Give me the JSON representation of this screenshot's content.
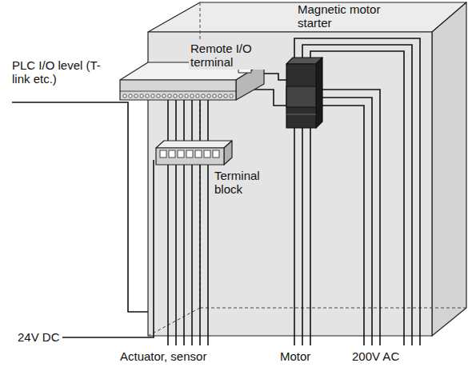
{
  "diagram": {
    "labels": [
      "PLC I/O level (T-link etc.)",
      "Remote I/O terminal",
      "Magnetic motor starter",
      "Terminal block",
      "24V DC",
      "Actuator, sensor",
      "Motor",
      "200V AC"
    ]
  }
}
